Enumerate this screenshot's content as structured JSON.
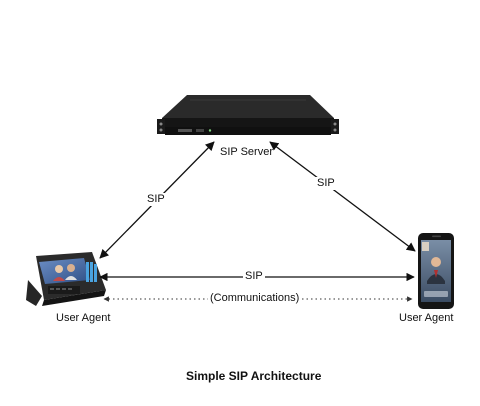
{
  "nodes": {
    "server": {
      "label": "SIP Server"
    },
    "agent_left": {
      "label": "User Agent"
    },
    "agent_right": {
      "label": "User Agent"
    }
  },
  "edges": {
    "left_to_server": "SIP",
    "right_to_server": "SIP",
    "agent_to_agent": "SIP",
    "media": "(Communications)"
  },
  "caption": "Simple SIP Architecture",
  "colors": {
    "line": "#111111",
    "device_dark": "#1c1c1c",
    "screen_blue": "#3f6fb5",
    "keypad_blue": "#4aa3df"
  },
  "icons": {
    "server": "rack-server-icon",
    "desk_phone": "video-desk-phone-icon",
    "smartphone": "smartphone-video-call-icon"
  }
}
